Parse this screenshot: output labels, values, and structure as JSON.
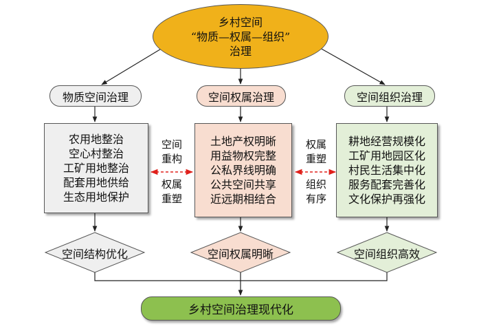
{
  "top": {
    "lines": [
      "乡村空间",
      "“物质—权属—组织”",
      "治理"
    ]
  },
  "categories": [
    {
      "label": "物质空间治理",
      "items": [
        "农用地整治",
        "空心村整治",
        "工矿用地整治",
        "配套用地供给",
        "生态用地保护"
      ],
      "outcome": "空间结构优化"
    },
    {
      "label": "空间权属治理",
      "items": [
        "土地产权明晰",
        "用益物权完整",
        "公私界线明确",
        "公共空间共享",
        "近远期相结合"
      ],
      "outcome": "空间权属明晰"
    },
    {
      "label": "空间组织治理",
      "items": [
        "耕地经营规模化",
        "工矿用地园区化",
        "村民生活集中化",
        "服务配套完善化",
        "文化保护再强化"
      ],
      "outcome": "空间组织高效"
    }
  ],
  "links": {
    "left": [
      "空间",
      "重构",
      "权属",
      "重塑"
    ],
    "right": [
      "权属",
      "重塑",
      "组织",
      "有序"
    ]
  },
  "final": "乡村空间治理现代化",
  "colors": {
    "top": "#f0b11a",
    "final": "#8dc04f",
    "link_arrow": "#e0201b"
  }
}
